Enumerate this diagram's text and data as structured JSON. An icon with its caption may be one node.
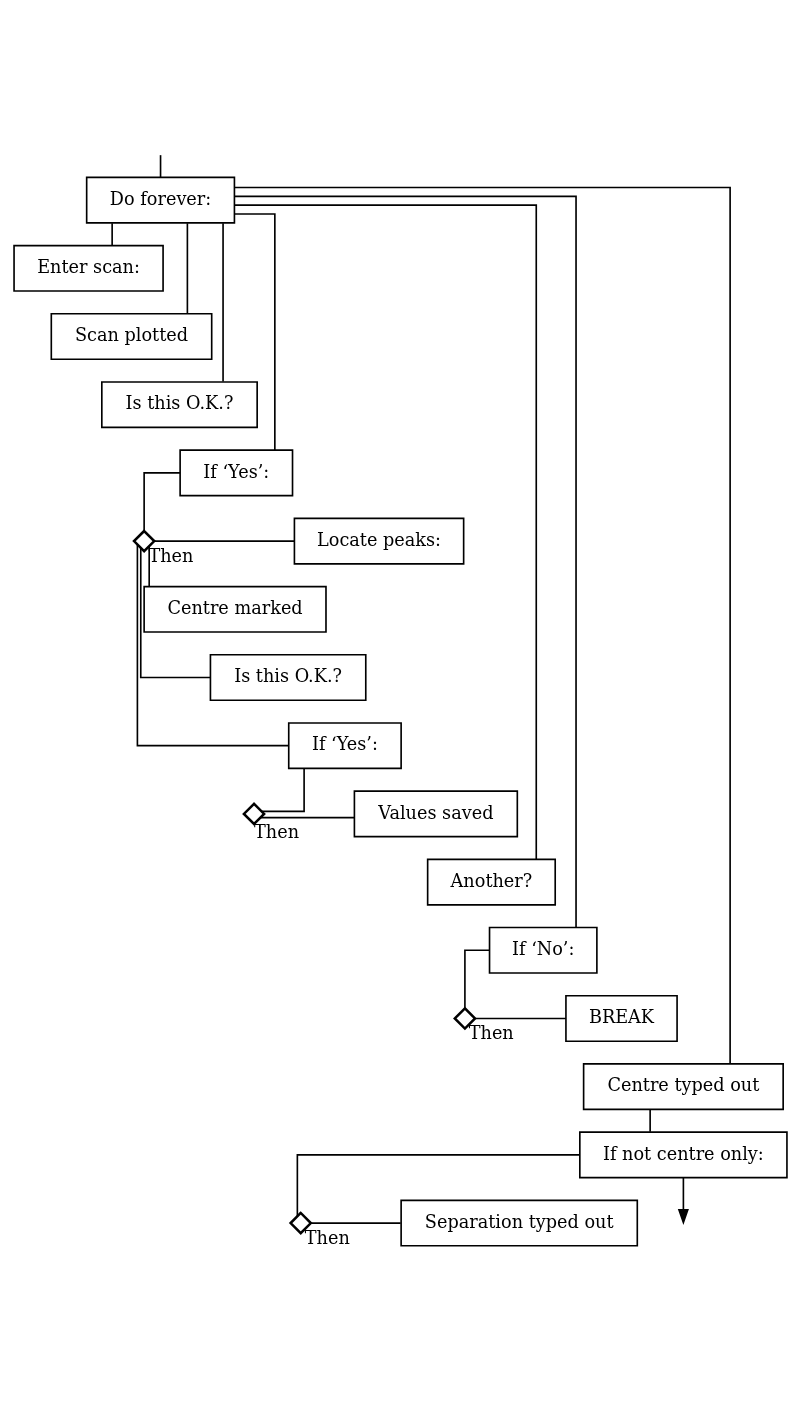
{
  "diagram": {
    "nodes": [
      {
        "text": [
          "Do forever:"
        ]
      },
      {
        "text": [
          "Enter scan:"
        ]
      },
      {
        "text": [
          "Scan plotted"
        ]
      },
      {
        "text": [
          "Is this O.K.?"
        ]
      },
      {
        "text": [
          "If ‘Yes’:"
        ]
      },
      {
        "text": [],
        "shape": "diamond"
      },
      {
        "text": [
          "Locate peaks:"
        ]
      },
      {
        "text": [
          "Centre marked"
        ]
      },
      {
        "text": [
          "Is this O.K.?"
        ]
      },
      {
        "text": [
          "If ‘Yes’:"
        ]
      },
      {
        "text": [],
        "shape": "diamond"
      },
      {
        "text": [
          "Values saved"
        ]
      },
      {
        "text": [
          "Another?"
        ]
      },
      {
        "text": [
          "If ‘No’:"
        ]
      },
      {
        "text": [],
        "shape": "diamond"
      },
      {
        "text": [
          "BREAK"
        ]
      },
      {
        "text": [
          "Centre typed out"
        ]
      },
      {
        "text": [
          "If not centre only:"
        ]
      },
      {
        "text": [],
        "shape": "diamond"
      },
      {
        "text": [
          "Separation typed out"
        ]
      }
    ],
    "edges": [
      {
        "from": null,
        "to": 0,
        "arrow": "none"
      },
      {
        "from": 0,
        "to": 1,
        "arrow": "none"
      },
      {
        "from": 0,
        "to": 2,
        "arrow": "none"
      },
      {
        "from": 0,
        "to": 3,
        "arrow": "none"
      },
      {
        "from": 0,
        "to": 4,
        "arrow": "none"
      },
      {
        "from": 4,
        "to": 5,
        "arrow": "none"
      },
      {
        "from": 5,
        "to": 6,
        "arrow": "none",
        "label": "Then"
      },
      {
        "from": 5,
        "to": 7,
        "arrow": "none"
      },
      {
        "from": 5,
        "to": 8,
        "arrow": "none"
      },
      {
        "from": 5,
        "to": 9,
        "arrow": "none"
      },
      {
        "from": 9,
        "to": 10,
        "arrow": "none"
      },
      {
        "from": 10,
        "to": 11,
        "arrow": "none",
        "label": "Then"
      },
      {
        "from": 0,
        "to": 12,
        "arrow": "none"
      },
      {
        "from": 0,
        "to": 13,
        "arrow": "none"
      },
      {
        "from": 13,
        "to": 14,
        "arrow": "none"
      },
      {
        "from": 14,
        "to": 15,
        "arrow": "none",
        "label": "Then"
      },
      {
        "from": 0,
        "to": 16,
        "arrow": "none"
      },
      {
        "from": 16,
        "to": 17,
        "arrow": "none"
      },
      {
        "from": 17,
        "to": 18,
        "arrow": "none"
      },
      {
        "from": 18,
        "to": 19,
        "arrow": "none",
        "label": "Then"
      },
      {
        "from": 17,
        "to": null,
        "arrow": "to"
      }
    ]
  }
}
